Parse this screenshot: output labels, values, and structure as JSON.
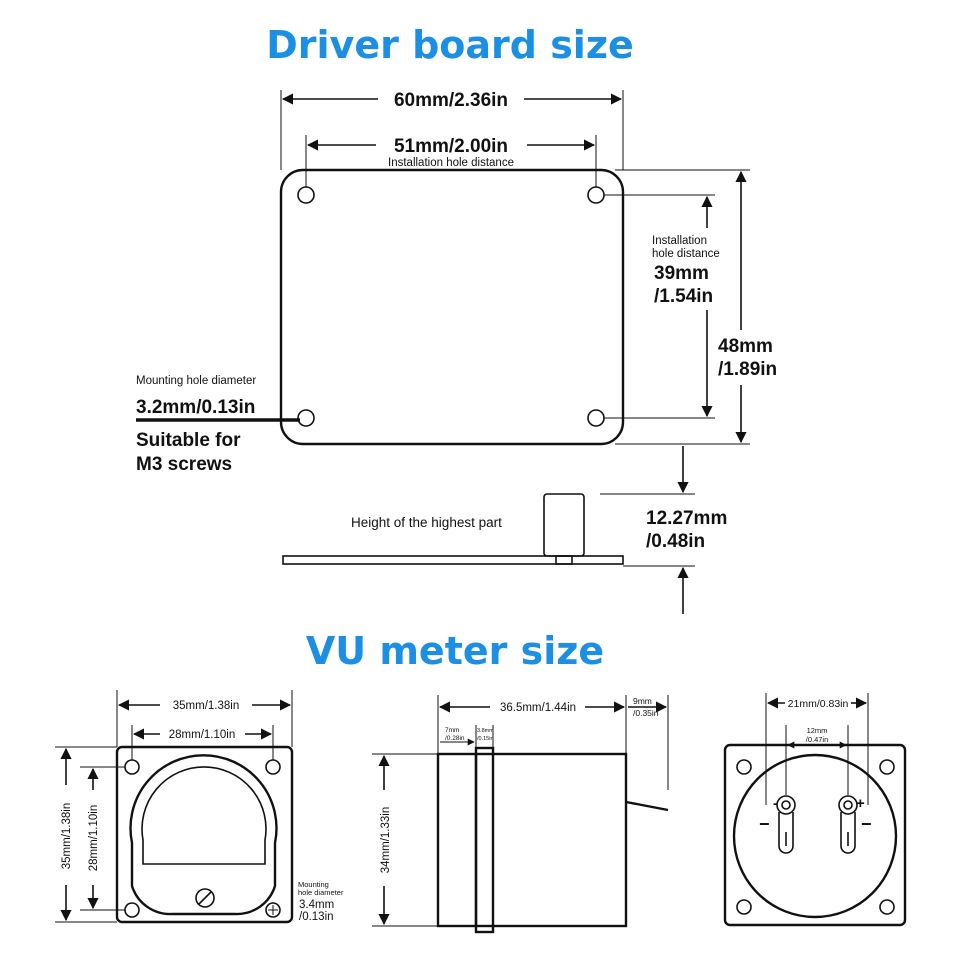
{
  "titles": {
    "driver": "Driver board size",
    "vu": "VU meter size"
  },
  "driver": {
    "width": "60mm/2.36in",
    "hole_width": "51mm/2.00in",
    "hole_width_note": "Installation hole distance",
    "hole_height_note_1": "Installation",
    "hole_height_note_2": "hole distance",
    "hole_height_1": "39mm",
    "hole_height_2": "/1.54in",
    "height_1": "48mm",
    "height_2": "/1.89in",
    "mount_note": "Mounting hole diameter",
    "mount_value": "3.2mm/0.13in",
    "screw_1": "Suitable for",
    "screw_2": "M3 screws",
    "part_note": "Height of the highest part",
    "part_1": "12.27mm",
    "part_2": "/0.48in"
  },
  "vu_front": {
    "width": "35mm/1.38in",
    "hole_width": "28mm/1.10in",
    "height": "35mm/1.38in",
    "hole_height": "28mm/1.10in",
    "mount_note_1": "Mounting",
    "mount_note_2": "hole diameter",
    "mount_1": "3.4mm",
    "mount_2": "/0.13in"
  },
  "vu_side": {
    "length": "36.5mm/1.44in",
    "tail_1": "9mm",
    "tail_2": "/0.35in",
    "flange_1": "7mm",
    "flange_2": "/0.28in",
    "band_1": "3.8mm",
    "band_2": "/0.15in",
    "height": "34mm/1.33in"
  },
  "vu_back": {
    "width": "21mm/0.83in",
    "terminal_1": "12mm",
    "terminal_2": "/0.47in",
    "minus": "-",
    "plus": "+",
    "minus_left": "−",
    "minus_right": "−"
  }
}
